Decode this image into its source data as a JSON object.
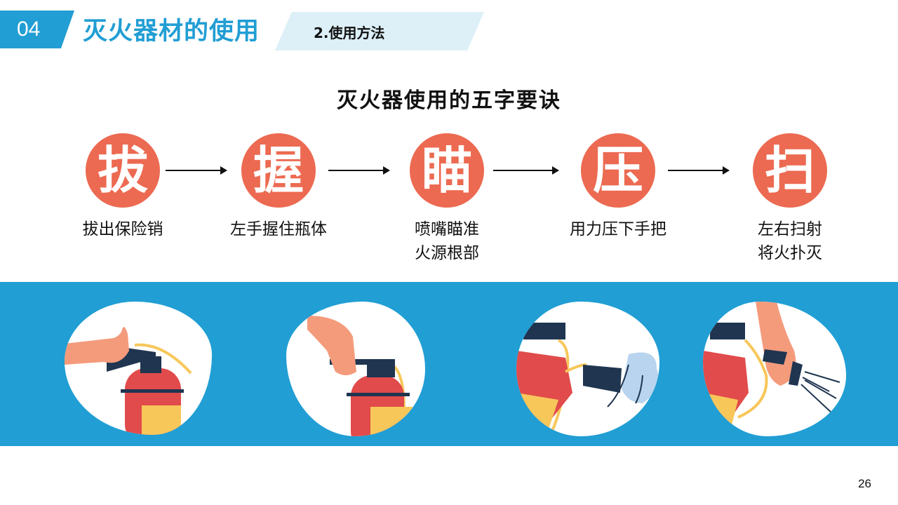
{
  "header": {
    "section_number": "04",
    "section_title": "灭火器材的使用",
    "subsection": "2.使用方法"
  },
  "main": {
    "title": "灭火器使用的五字要诀",
    "steps": [
      {
        "char": "拔",
        "desc": "拔出保险销"
      },
      {
        "char": "握",
        "desc": "左手握住瓶体"
      },
      {
        "char": "瞄",
        "desc": "喷嘴瞄准\n火源根部"
      },
      {
        "char": "压",
        "desc": "用力压下手把"
      },
      {
        "char": "扫",
        "desc": "左右扫射\n将火扑灭"
      }
    ]
  },
  "illustrations": [
    {
      "name": "pull-pin-illustration"
    },
    {
      "name": "grip-cylinder-illustration"
    },
    {
      "name": "aim-nozzle-illustration"
    },
    {
      "name": "squeeze-sweep-illustration"
    }
  ],
  "colors": {
    "accent_blue": "#219ed4",
    "light_blue": "#ddf0f8",
    "circle_orange": "#ec6a51",
    "extinguisher_red": "#e14b4b",
    "hose_yellow": "#f7c75a",
    "handle_navy": "#1f3550",
    "skin": "#f49b7c"
  },
  "page_number": "26"
}
